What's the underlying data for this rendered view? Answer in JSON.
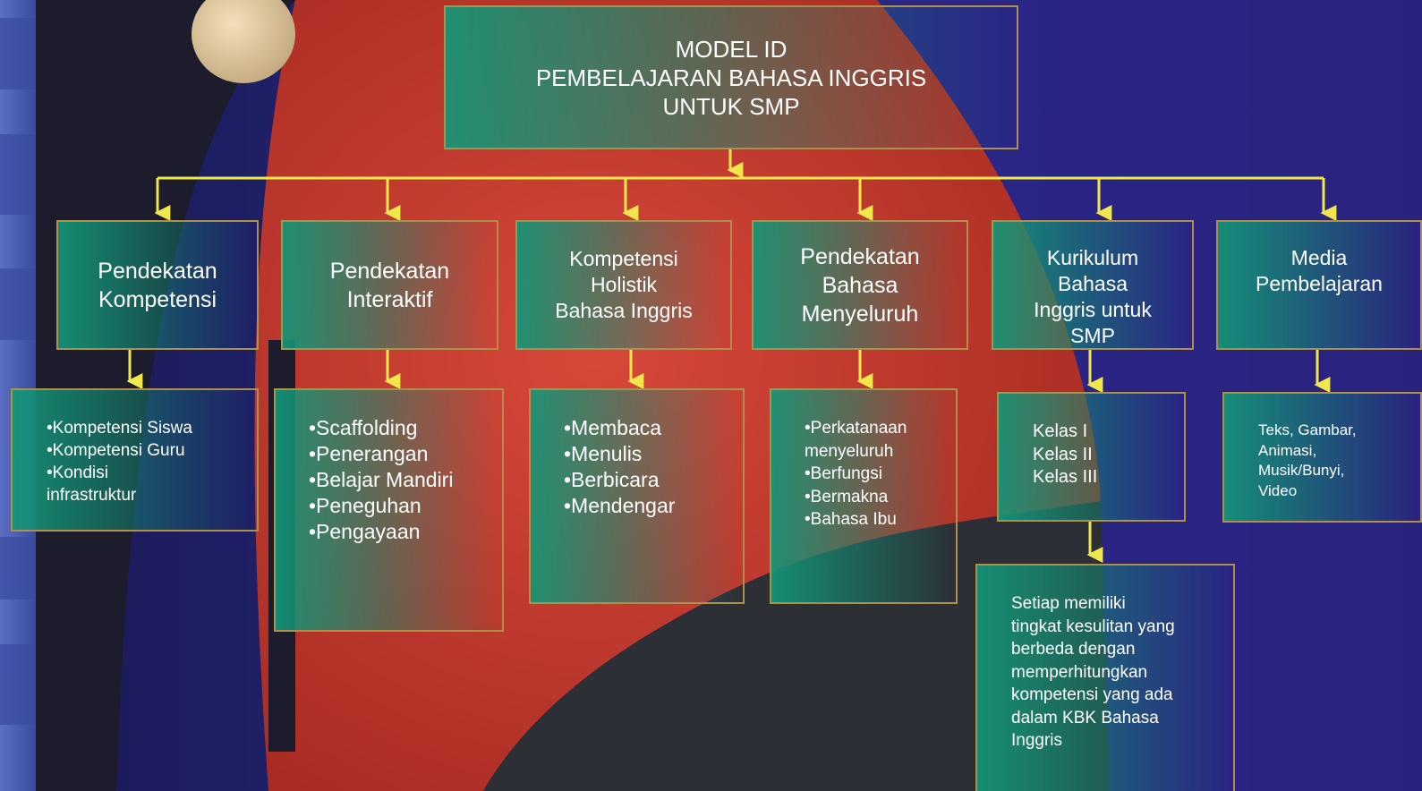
{
  "header": {
    "line1": "MODEL ID",
    "line2": "PEMBELAJARAN  BAHASA INGGRIS",
    "line3": "UNTUK SMP"
  },
  "categories": [
    {
      "title": [
        "Pendekatan",
        "Kompetensi"
      ],
      "items": [
        "•Kompetensi  Siswa",
        "•Kompetensi Guru",
        "•Kondisi",
        "infrastruktur"
      ]
    },
    {
      "title": [
        "Pendekatan",
        "Interaktif"
      ],
      "items": [
        "•Scaffolding",
        "•Penerangan",
        "•Belajar Mandiri",
        "•Peneguhan",
        "•Pengayaan"
      ]
    },
    {
      "title": [
        "Kompetensi",
        "Holistik",
        "Bahasa Inggris"
      ],
      "items": [
        "•Membaca",
        "•Menulis",
        "•Berbicara",
        "•Mendengar"
      ]
    },
    {
      "title": [
        "Pendekatan",
        "Bahasa",
        "Menyeluruh"
      ],
      "items": [
        "•Perkatanaan",
        "menyeluruh",
        "•Berfungsi",
        "•Bermakna",
        "•Bahasa Ibu"
      ]
    },
    {
      "title": [
        "Kurikulum",
        "Bahasa",
        "Inggris untuk",
        "SMP"
      ],
      "items": [
        "Kelas I",
        "Kelas II",
        "Kelas III"
      ]
    },
    {
      "title": [
        "Media",
        "Pembelajaran"
      ],
      "items": [
        "Teks, Gambar,",
        "Animasi,",
        "Musik/Bunyi,",
        "Video"
      ]
    }
  ],
  "note": {
    "lines": [
      "Setiap  memiliki",
      "tingkat kesulitan yang",
      "berbeda dengan",
      "memperhitungkan",
      "kompetensi yang ada",
      "dalam KBK Bahasa",
      "Inggris"
    ]
  },
  "colors": {
    "connector": "#f0e84a",
    "box_border": "#b08f4a",
    "box_fill": "#149678",
    "bg_red": "#c0392b",
    "bg_purple": "#2a2a8a"
  }
}
